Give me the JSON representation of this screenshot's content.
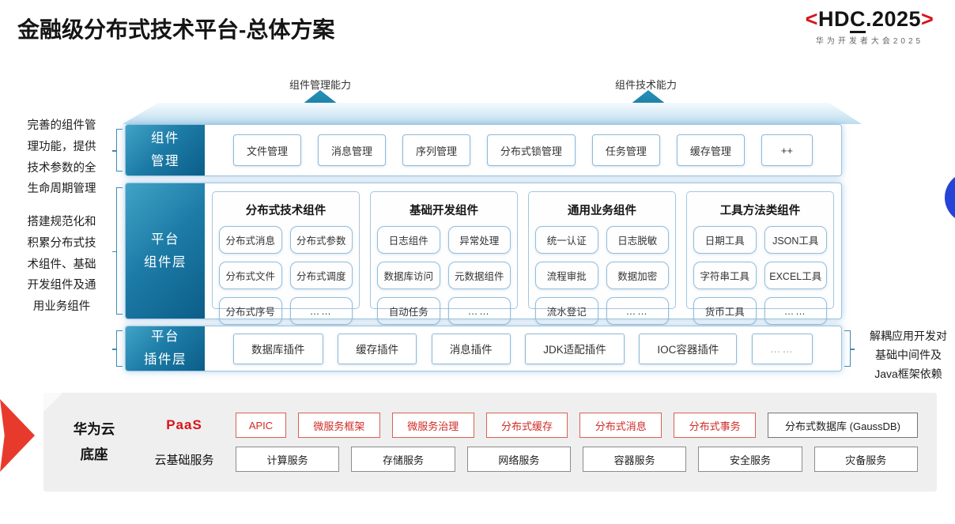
{
  "title": "金融级分布式技术平台-总体方案",
  "logo": {
    "open": "<",
    "hd": "HD",
    "c": "C",
    "rest": ".2025",
    "close": ">",
    "subtitle": "华为开发者大会2025"
  },
  "arrows": {
    "left_label": "组件管理能力",
    "right_label": "组件技术能力"
  },
  "annotations": {
    "left_top": "完善的组件管\n理功能，提供\n技术参数的全\n生命周期管理",
    "left_bottom": "搭建规范化和\n积累分布式技\n术组件、基础\n开发组件及通\n用业务组件",
    "right": "解耦应用开发对\n基础中间件及\nJava框架依赖"
  },
  "component_mgmt": {
    "label": "组件\n管理",
    "items": [
      "文件管理",
      "消息管理",
      "序列管理",
      "分布式锁管理",
      "任务管理",
      "缓存管理",
      "++"
    ]
  },
  "platform_components": {
    "label": "平台\n组件层",
    "groups": [
      {
        "title": "分布式技术组件",
        "items": [
          "分布式消息",
          "分布式参数",
          "分布式文件",
          "分布式调度",
          "分布式序号",
          "……"
        ]
      },
      {
        "title": "基础开发组件",
        "items": [
          "日志组件",
          "异常处理",
          "数据库访问",
          "元数据组件",
          "自动任务",
          "……"
        ]
      },
      {
        "title": "通用业务组件",
        "items": [
          "统一认证",
          "日志脱敏",
          "流程审批",
          "数据加密",
          "流水登记",
          "……"
        ]
      },
      {
        "title": "工具方法类组件",
        "items": [
          "日期工具",
          "JSON工具",
          "字符串工具",
          "EXCEL工具",
          "货币工具",
          "……"
        ]
      }
    ]
  },
  "platform_plugins": {
    "label": "平台\n插件层",
    "items": [
      "数据库插件",
      "缓存插件",
      "消息插件",
      "JDK适配插件",
      "IOC容器插件",
      "……"
    ]
  },
  "foundation": {
    "label": "华为云\n底座",
    "paas_label": "PaaS",
    "paas_items": [
      "APIC",
      "微服务框架",
      "微服务治理",
      "分布式缓存",
      "分布式消息",
      "分布式事务"
    ],
    "paas_db_item": "分布式数据库 (GaussDB)",
    "cloud_label": "云基础服务",
    "cloud_items": [
      "计算服务",
      "存储服务",
      "网络服务",
      "容器服务",
      "安全服务",
      "灾备服务"
    ]
  },
  "colors": {
    "teal_label_dark": "#0b5e88",
    "teal_label_light": "#41a3c6",
    "arrow_blue": "#1f7ea6",
    "box_border_blue": "#8fb9d9",
    "hdc_red": "#d8131a",
    "paas_red": "#cf2b24",
    "accent_red_arrow": "#e83a2c",
    "blue_circle": "#2543d6",
    "foundation_bg": "#efefef"
  }
}
